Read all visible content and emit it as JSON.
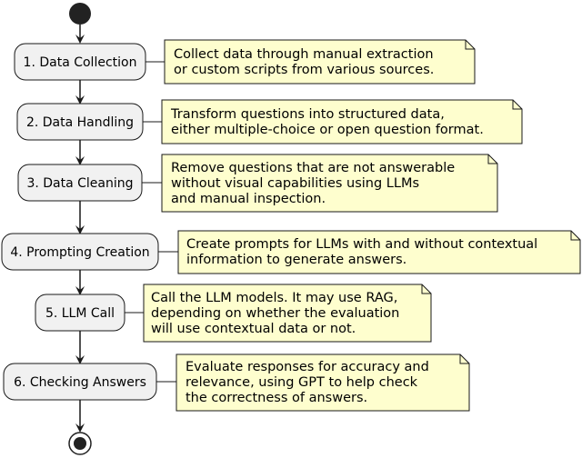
{
  "diagram": {
    "steps": [
      {
        "label": "1. Data Collection",
        "note": [
          "Collect data through manual extraction",
          "or custom scripts from various sources."
        ]
      },
      {
        "label": "2. Data Handling",
        "note": [
          "Transform questions into structured data,",
          "either multiple-choice or open question format."
        ]
      },
      {
        "label": "3. Data Cleaning",
        "note": [
          "Remove questions that are not answerable",
          "without visual capabilities using LLMs",
          "and manual inspection."
        ]
      },
      {
        "label": "4. Prompting Creation",
        "note": [
          "Create prompts for LLMs with and without contextual",
          "information to generate answers."
        ]
      },
      {
        "label": "5. LLM Call",
        "note": [
          "Call the LLM models. It may use RAG,",
          "depending on whether the evaluation",
          "will use contextual data or not."
        ]
      },
      {
        "label": "6. Checking Answers",
        "note": [
          "Evaluate responses for accuracy and",
          "relevance, using GPT to help check",
          "the correctness of answers."
        ]
      }
    ]
  }
}
